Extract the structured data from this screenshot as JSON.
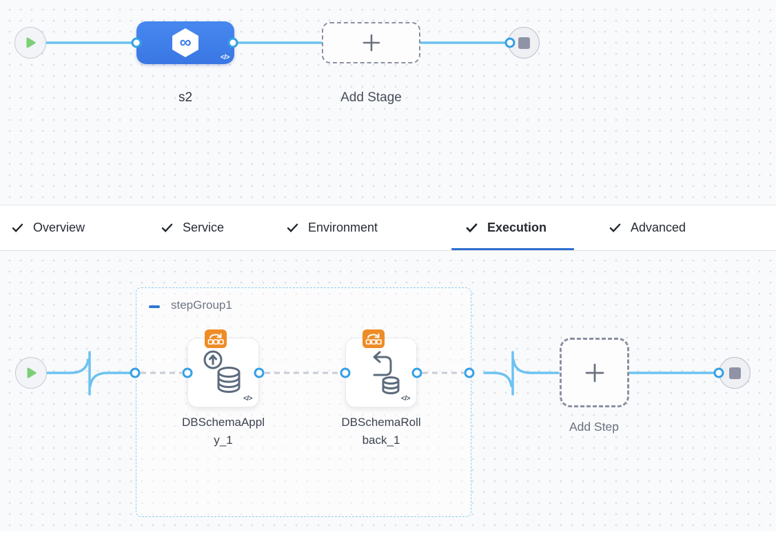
{
  "colors": {
    "canvas-bg": "#f9fafc",
    "dot": "#dcdee4",
    "line-blue": "#6cc2f1",
    "connector-blue": "#35a0e6",
    "stage-blue": "#3d7de9",
    "badge-orange": "#ee8c26",
    "icon-gray": "#5c6b7c",
    "group-border": "#8ccdee",
    "underline-blue": "#2e6ece",
    "dashed-gray": "#9aa3b2",
    "play-green": "#7ccf76",
    "node-square": "#8f93a5"
  },
  "stage_canvas": {
    "stage_label": "s2",
    "stage_code_icon": "</>",
    "add_stage_label": "Add Stage"
  },
  "tabs": [
    {
      "label": "Overview",
      "checked": true,
      "active": false
    },
    {
      "label": "Service",
      "checked": true,
      "active": false
    },
    {
      "label": "Environment",
      "checked": true,
      "active": false
    },
    {
      "label": "Execution",
      "checked": true,
      "active": true
    },
    {
      "label": "Advanced",
      "checked": true,
      "active": false
    }
  ],
  "execution_canvas": {
    "step_group_label": "stepGroup1",
    "steps": [
      {
        "label": "DBSchemaApply_1",
        "code_icon": "</>"
      },
      {
        "label": "DBSchemaRollback_1",
        "code_icon": "</>"
      }
    ],
    "add_step_label": "Add Step"
  }
}
